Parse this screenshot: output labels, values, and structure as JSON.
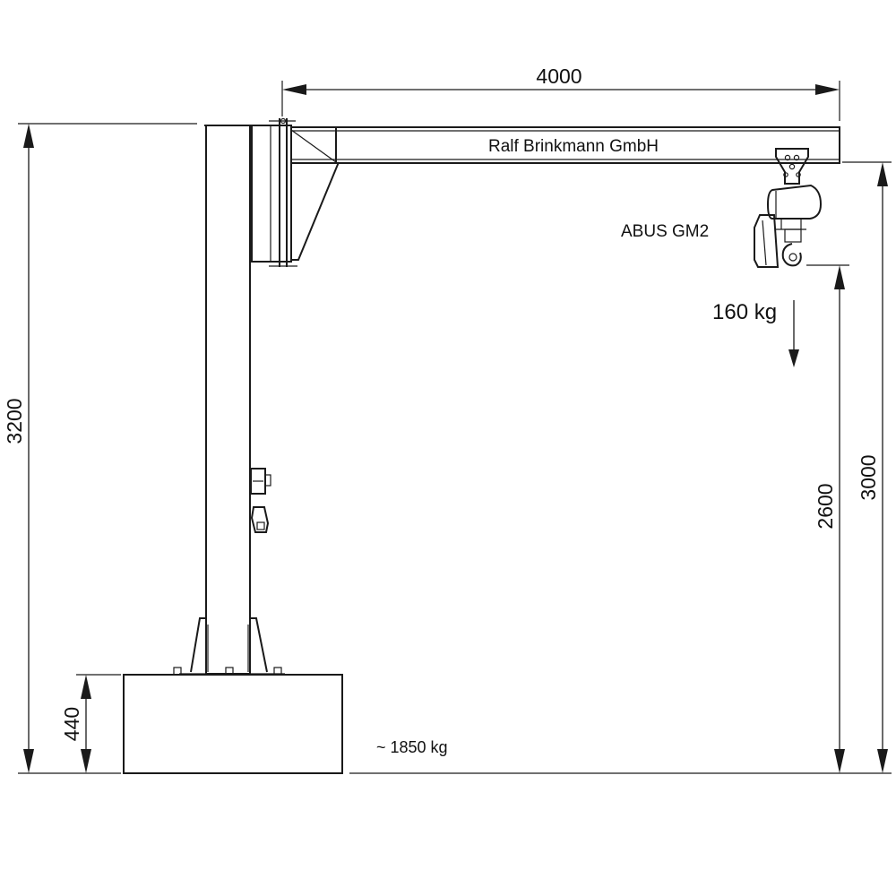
{
  "dimensions": {
    "jib_length": "4000",
    "total_height": "3200",
    "base_height": "440",
    "hook_height": "2600",
    "beam_height": "3000"
  },
  "labels": {
    "manufacturer": "Ralf Brinkmann GmbH",
    "hoist_model": "ABUS GM2",
    "load_capacity": "160 kg",
    "base_weight": "~ 1850 kg"
  },
  "colors": {
    "line": "#1a1a1a",
    "background": "#ffffff"
  }
}
